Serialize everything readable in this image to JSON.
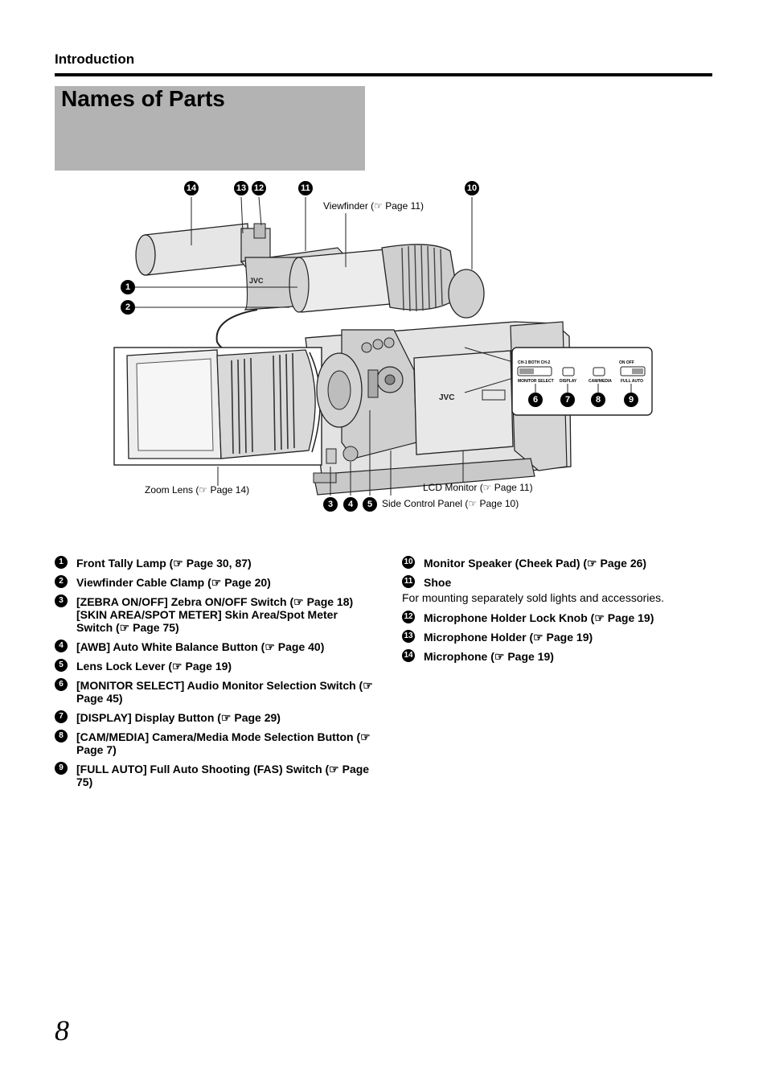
{
  "header": {
    "section": "Introduction",
    "title": "Names of Parts"
  },
  "figure": {
    "labels": {
      "viewfinder": "Viewfinder (☞ Page 11)",
      "zoom_lens": "Zoom Lens (☞ Page 14)",
      "lcd_monitor": "LCD Monitor (☞ Page 11)",
      "side_panel": "Side Control Panel (☞ Page 10)"
    },
    "callouts": [
      "1",
      "2",
      "3",
      "4",
      "5",
      "6",
      "7",
      "8",
      "9",
      "10",
      "11",
      "12",
      "13",
      "14"
    ],
    "brand": "JVC",
    "panel": {
      "ch_labels": "CH-1  BOTH  CH-2",
      "on_off": "ON    OFF",
      "monitor_select": "MONITOR SELECT",
      "display": "DISPLAY",
      "cam_media": "CAM/MEDIA",
      "full_auto": "FULL AUTO"
    }
  },
  "items_left": [
    {
      "num": "1",
      "text": "Front Tally Lamp (☞ Page 30, 87)"
    },
    {
      "num": "2",
      "text": "Viewfinder Cable Clamp (☞ Page 20)"
    },
    {
      "num": "3",
      "text": "[ZEBRA ON/OFF] Zebra ON/OFF Switch (☞ Page 18)",
      "text2": "[SKIN AREA/SPOT METER] Skin Area/Spot Meter Switch (☞ Page 75)"
    },
    {
      "num": "4",
      "text": "[AWB] Auto White Balance Button (☞ Page 40)"
    },
    {
      "num": "5",
      "text": "Lens Lock Lever (☞ Page 19)"
    },
    {
      "num": "6",
      "text": "[MONITOR SELECT] Audio Monitor Selection Switch (☞ Page 45)"
    },
    {
      "num": "7",
      "text": "[DISPLAY] Display Button (☞ Page 29)"
    },
    {
      "num": "8",
      "text": "[CAM/MEDIA] Camera/Media Mode Selection Button (☞ Page 7)"
    },
    {
      "num": "9",
      "text": "[FULL AUTO] Full Auto Shooting (FAS) Switch (☞ Page 75)"
    }
  ],
  "items_right": [
    {
      "num": "10",
      "text": "Monitor Speaker (Cheek Pad) (☞ Page 26)"
    },
    {
      "num": "11",
      "text": "Shoe",
      "note": "For mounting separately sold lights and accessories."
    },
    {
      "num": "12",
      "text": "Microphone Holder Lock Knob (☞ Page 19)"
    },
    {
      "num": "13",
      "text": "Microphone Holder (☞ Page 19)"
    },
    {
      "num": "14",
      "text": "Microphone (☞ Page 19)"
    }
  ],
  "page_number": "8"
}
